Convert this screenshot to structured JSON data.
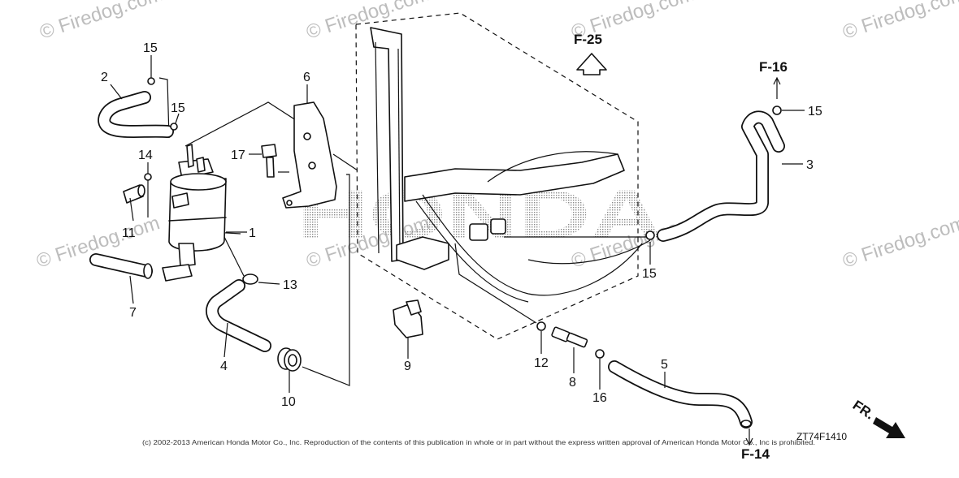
{
  "watermark": {
    "text": "© Firedog.com"
  },
  "background_logo": "HONDA",
  "reference_labels": {
    "f25": "F-25",
    "f16": "F-16",
    "f14": "F-14",
    "front": "FR."
  },
  "callouts": {
    "c1": "1",
    "c2": "2",
    "c3": "3",
    "c4": "4",
    "c5": "5",
    "c6": "6",
    "c7": "7",
    "c8": "8",
    "c9": "9",
    "c10": "10",
    "c11": "11",
    "c12": "12",
    "c13": "13",
    "c14": "14",
    "c15a": "15",
    "c15b": "15",
    "c15c": "15",
    "c15d": "15",
    "c16": "16",
    "c17": "17"
  },
  "diagram_code": "ZT74F1410",
  "copyright": "(c) 2002-2013 American Honda Motor Co., Inc. Reproduction of the contents of this publication in whole or in part without the express written approval of American Honda Motor Co., Inc is prohibited."
}
